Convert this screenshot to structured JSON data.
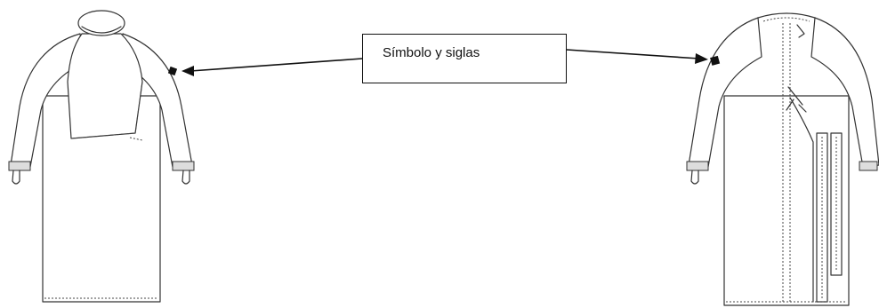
{
  "callout": {
    "label": "Símbolo y siglas"
  },
  "icons": {
    "left_gown": "surgical-gown-front-view",
    "right_gown": "surgical-gown-back-view",
    "mark": "symbol-mark"
  }
}
